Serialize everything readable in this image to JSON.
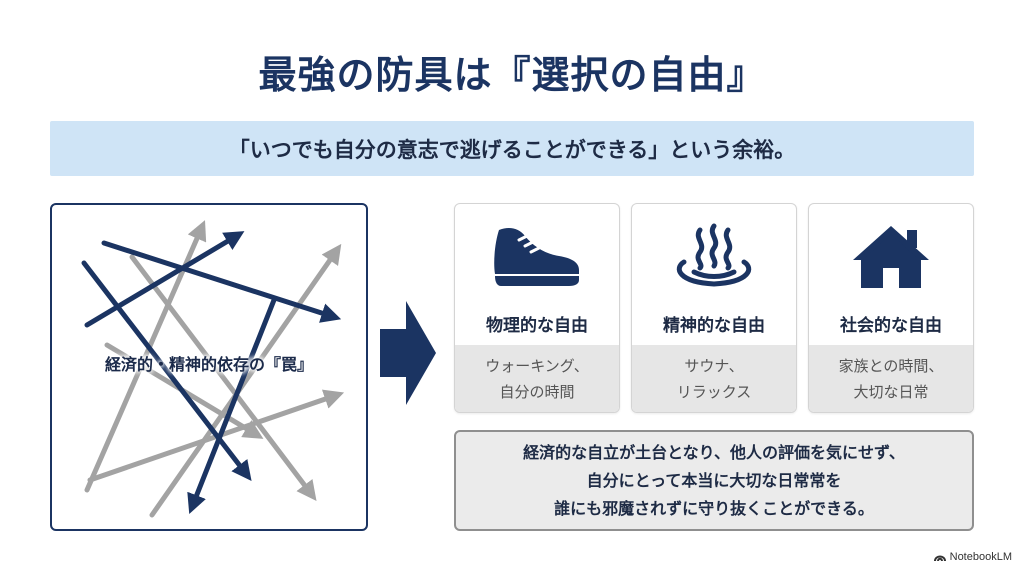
{
  "title": "最強の防具は『選択の自由』",
  "banner": "「いつでも自分の意志で逃げることができる」という余裕。",
  "trap": {
    "label": "経済的・精神的依存の『罠』"
  },
  "cards": [
    {
      "icon": "sneaker-icon",
      "title": "物理的な自由",
      "lines": [
        "ウォーキング、",
        "自分の時間"
      ]
    },
    {
      "icon": "hot-spring-icon",
      "title": "精神的な自由",
      "lines": [
        "サウナ、",
        "リラックス"
      ]
    },
    {
      "icon": "house-icon",
      "title": "社会的な自由",
      "lines": [
        "家族との時間、",
        "大切な日常"
      ]
    }
  ],
  "summary": [
    "経済的な自立が土台となり、他人の評価を気にせず、",
    "自分にとって本当に大切な日常常を",
    "誰にも邪魔されずに守り抜くことができる。"
  ],
  "brand": "NotebookLM",
  "colors": {
    "navy": "#1b3462",
    "gray_arrow": "#a3a3a3",
    "banner": "#cfe4f6"
  }
}
